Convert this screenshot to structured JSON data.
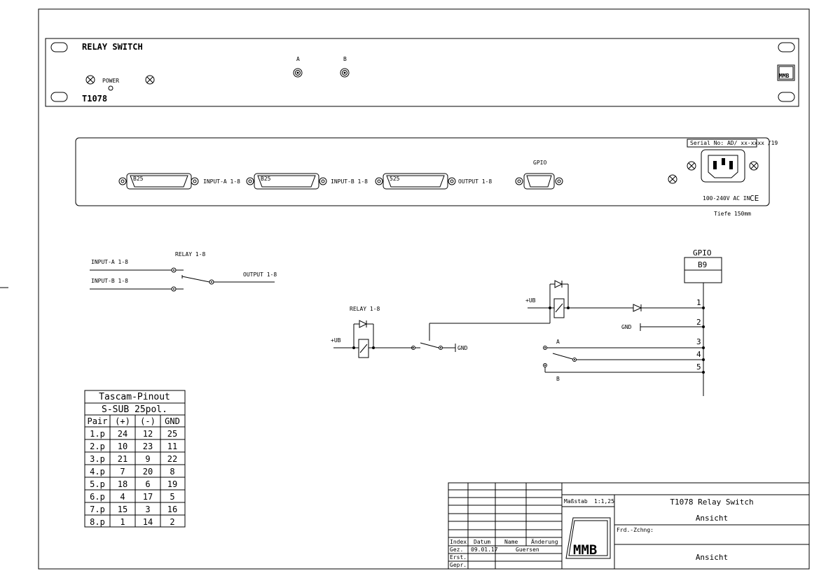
{
  "front_panel": {
    "title": "RELAY SWITCH",
    "model": "T1078",
    "power_label": "POWER",
    "connector_a_label": "A",
    "connector_b_label": "B",
    "logo": "MMB"
  },
  "rear_panel": {
    "db25_a_text": "B25",
    "db25_b_text": "B25",
    "db25_out_text": "525",
    "input_a_label": "INPUT-A 1-8",
    "input_b_label": "INPUT-B  1-8",
    "output_label": "OUTPUT 1-8",
    "gpio_label": "GPIO",
    "serial_label": "Serial No: AD/ xx-xxxx /19",
    "power_in_label": "100-240V AC IN",
    "ce_mark": "CE",
    "depth_note": "Tiefe 150mm"
  },
  "schematic_left": {
    "input_a": "INPUT-A 1-8",
    "input_b": "INPUT-B  1-8",
    "relay": "RELAY 1-8",
    "output": "OUTPUT 1-8"
  },
  "schematic_mid": {
    "relay": "RELAY 1-8",
    "vcc": "+UB",
    "gnd": "GND"
  },
  "schematic_right": {
    "gpio_title": "GPIO",
    "connector": "B9",
    "vcc": "+UB",
    "gnd": "GND",
    "pin1": "1",
    "pin2": "2",
    "pin3": "3",
    "pin4": "4",
    "pin5": "5",
    "label_a": "A",
    "label_b": "B"
  },
  "pinout_table": {
    "title1": "Tascam-Pinout",
    "title2": "S-SUB 25pol.",
    "headers": [
      "Pair",
      "(+)",
      "(-)",
      "GND"
    ],
    "rows": [
      [
        "1.p",
        "24",
        "12",
        "25"
      ],
      [
        "2.p",
        "10",
        "23",
        "11"
      ],
      [
        "3.p",
        "21",
        "9",
        "22"
      ],
      [
        "4.p",
        "7",
        "20",
        "8"
      ],
      [
        "5.p",
        "18",
        "6",
        "19"
      ],
      [
        "6.p",
        "4",
        "17",
        "5"
      ],
      [
        "7.p",
        "15",
        "3",
        "16"
      ],
      [
        "8.p",
        "1",
        "14",
        "2"
      ]
    ]
  },
  "title_block": {
    "scale_label": "Maßstab",
    "scale_value": "1:1,25",
    "drawing_title": "T1078 Relay Switch",
    "view": "Ansicht",
    "frd_label": "Frd.-Zchng:",
    "view2": "Ansicht",
    "logo": "MMB",
    "col_index": "Index",
    "col_date": "Datum",
    "col_name": "Name",
    "col_change": "Änderung",
    "row_gez": "Gez.",
    "row_erst": "Erst.",
    "row_gepr": "Gepr.",
    "gez_date": "09.01.17",
    "gez_name": "Guersen"
  }
}
